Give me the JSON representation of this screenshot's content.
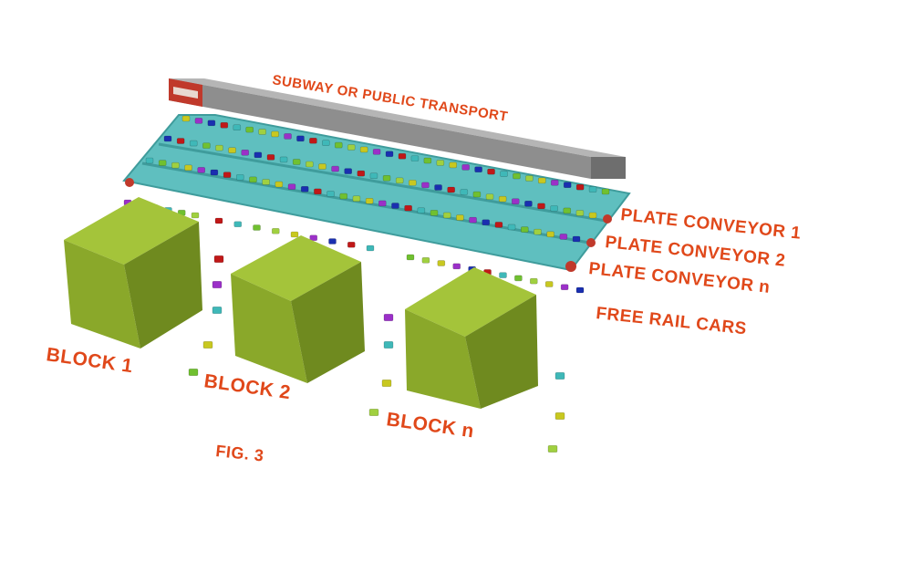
{
  "labels": {
    "subway": "SUBWAY OR PUBLIC TRANSPORT",
    "conveyor_1": "PLATE CONVEYOR 1",
    "conveyor_2": "PLATE CONVEYOR 2",
    "conveyor_n": "PLATE CONVEYOR n",
    "free_rail_cars": "FREE RAIL CARS",
    "block_1": "BLOCK 1",
    "block_2": "BLOCK 2",
    "block_n": "BLOCK n",
    "figure": "FIG. 3"
  },
  "colors": {
    "label": "#e0481a",
    "subway_body": "#8e8e8e",
    "subway_cab": "#c0392b",
    "conveyor": "#5fbfbf",
    "conveyor_edge": "#3f9c9c",
    "block_top": "#a4c43a",
    "block_left": "#8aa82a",
    "block_right": "#6f8a1f",
    "car_palette": [
      "#c8c820",
      "#9b30c8",
      "#1a2fb0",
      "#c01818",
      "#3fb8b8",
      "#70c030",
      "#a0d040"
    ]
  }
}
